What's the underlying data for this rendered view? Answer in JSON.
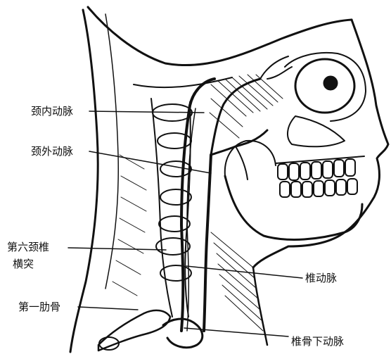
{
  "labels": {
    "internal_carotid": "颈内动脉",
    "external_carotid": "颈外动脉",
    "c6_line1": "第六颈椎",
    "c6_line2": "横突",
    "first_rib": "第一肋骨",
    "vertebral": "椎动脉",
    "subclavian": "椎骨下动脉"
  },
  "colors": {
    "ink": "#111111",
    "paper": "#ffffff"
  }
}
